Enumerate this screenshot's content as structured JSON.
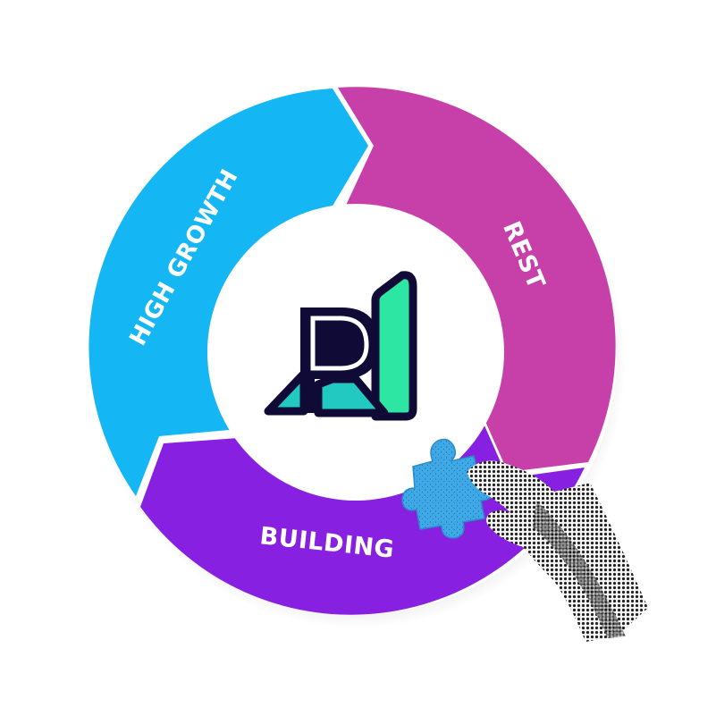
{
  "diagram": {
    "segments": [
      {
        "id": "high-growth",
        "label": "HIGH GROWTH",
        "color": "#14B6F4"
      },
      {
        "id": "rest",
        "label": "REST",
        "color": "#C73FA8"
      },
      {
        "id": "building",
        "label": "BUILDING",
        "color": "#8720E0"
      }
    ],
    "center_logo": {
      "letter": "R",
      "colors": {
        "outline": "#0F0B36",
        "green": "#2EE6A3",
        "teal": "#22C9C0"
      }
    },
    "puzzle_piece_color": "#3FA9E8"
  }
}
